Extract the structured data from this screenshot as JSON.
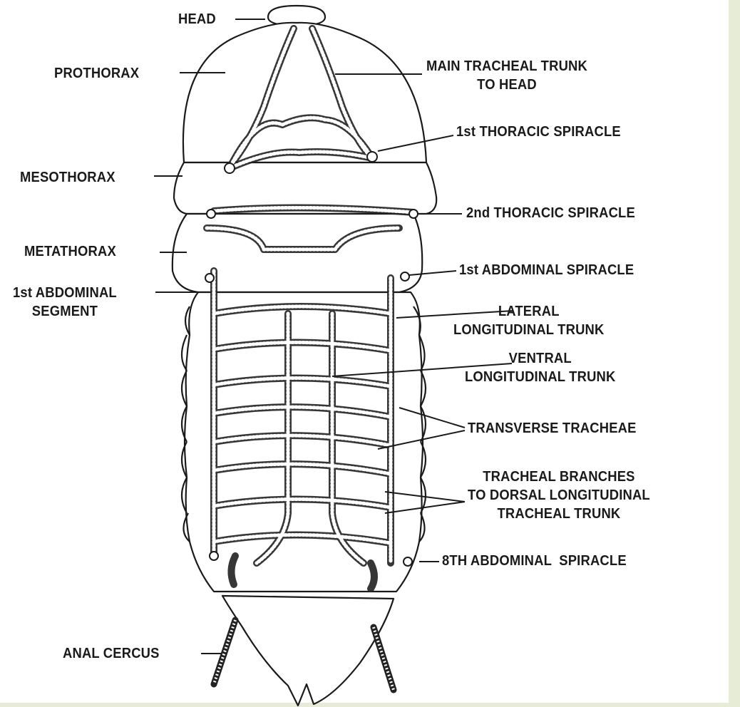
{
  "colors": {
    "border": "#e7ecd6",
    "ink": "#1a1a1a",
    "paper": "#ffffff"
  },
  "labels": {
    "head": "HEAD",
    "prothorax": "PROTHORAX",
    "main_trunk_1": "MAIN TRACHEAL TRUNK",
    "main_trunk_2": "TO HEAD",
    "thoracic_spiracle_1": "1st THORACIC SPIRACLE",
    "mesothorax": "MESOTHORAX",
    "thoracic_spiracle_2": "2nd THORACIC SPIRACLE",
    "metathorax": "METATHORAX",
    "abdominal_spiracle_1": "1st ABDOMINAL SPIRACLE",
    "abdominal_segment_1": "1st ABDOMINAL",
    "abdominal_segment_2": "SEGMENT",
    "lateral_1": "LATERAL",
    "lateral_2": "LONGITUDINAL TRUNK",
    "ventral_1": "VENTRAL",
    "ventral_2": "LONGITUDINAL TRUNK",
    "transverse": "TRANSVERSE TRACHEAE",
    "branches_1": "TRACHEAL BRANCHES",
    "branches_2": "TO DORSAL LONGITUDINAL",
    "branches_3": "TRACHEAL TRUNK",
    "abdominal_spiracle_8": "8TH ABDOMINAL  SPIRACLE",
    "anal_cercus": "ANAL CERCUS"
  }
}
